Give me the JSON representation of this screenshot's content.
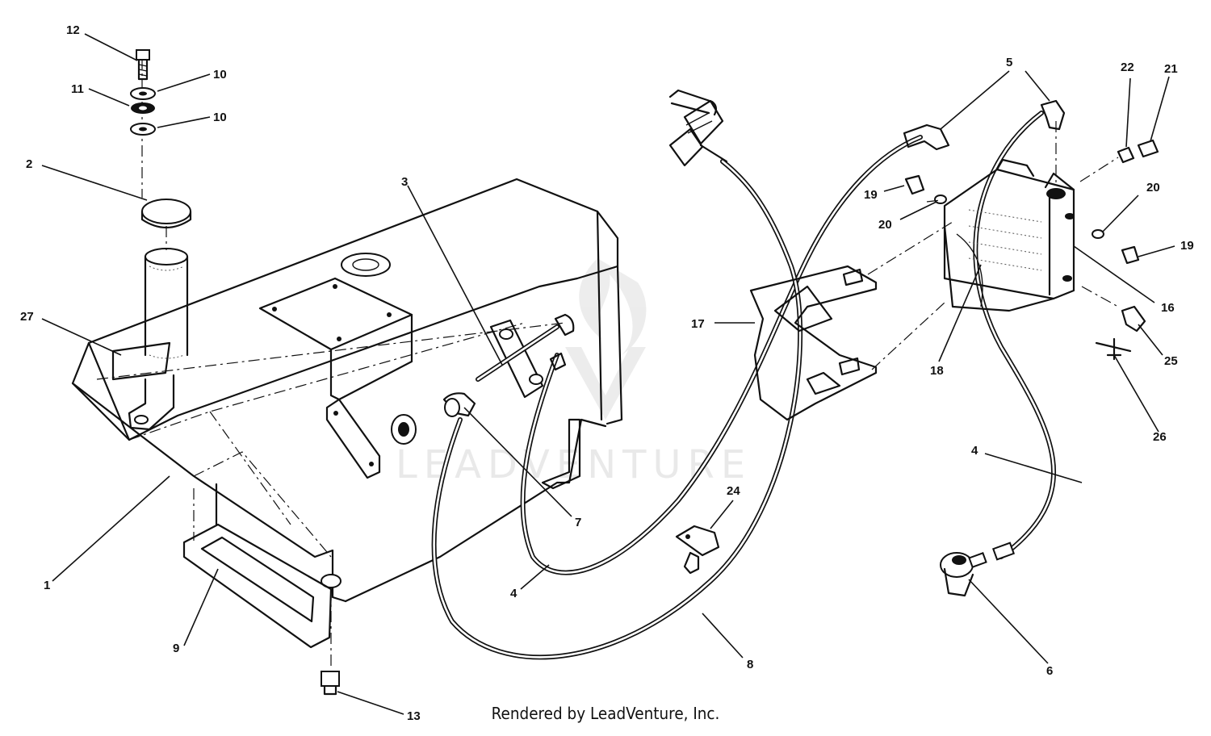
{
  "footer": {
    "credit": "Rendered by LeadVenture, Inc."
  },
  "watermark": {
    "word": "LEADVENTURE",
    "icon": "flame-v-logo"
  },
  "callouts": {
    "c1": "1",
    "c2": "2",
    "c3": "3",
    "c4a": "4",
    "c4b": "4",
    "c5": "5",
    "c6": "6",
    "c7": "7",
    "c8": "8",
    "c9": "9",
    "c10a": "10",
    "c10b": "10",
    "c11": "11",
    "c12": "12",
    "c13": "13",
    "c16": "16",
    "c17": "17",
    "c18": "18",
    "c19a": "19",
    "c19b": "19",
    "c20a": "20",
    "c20b": "20",
    "c21": "21",
    "c22": "22",
    "c24": "24",
    "c25": "25",
    "c26": "26",
    "c27": "27"
  }
}
